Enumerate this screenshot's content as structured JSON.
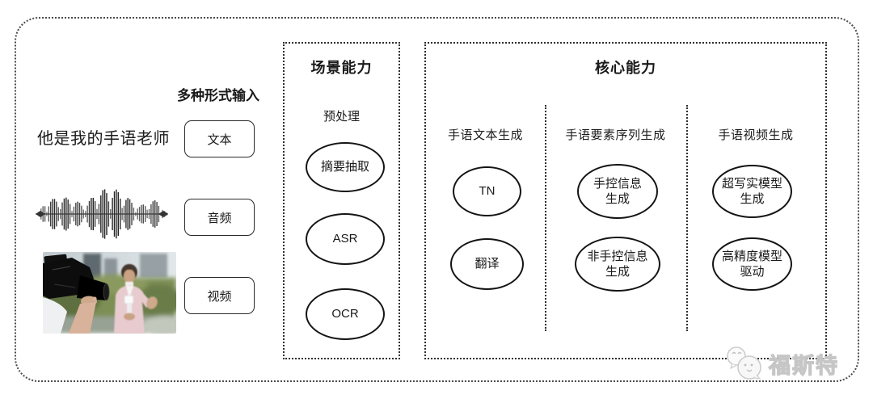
{
  "input": {
    "header": "多种形式输入",
    "sample_text": "他是我的手语老师",
    "text_label": "文本",
    "audio_label": "音频",
    "video_label": "视频"
  },
  "scene": {
    "title": "场景能力",
    "subtitle": "预处理",
    "nodes": [
      {
        "line1": "摘要抽取",
        "line2": ""
      },
      {
        "line1": "ASR",
        "line2": ""
      },
      {
        "line1": "OCR",
        "line2": ""
      }
    ]
  },
  "core": {
    "title": "核心能力",
    "columns": [
      {
        "label": "手语文本生成",
        "nodes": [
          {
            "line1": "TN",
            "line2": ""
          },
          {
            "line1": "翻译",
            "line2": ""
          }
        ]
      },
      {
        "label": "手语要素序列生成",
        "nodes": [
          {
            "line1": "手控信息",
            "line2": "生成"
          },
          {
            "line1": "非手控信息",
            "line2": "生成"
          }
        ]
      },
      {
        "label": "手语视频生成",
        "nodes": [
          {
            "line1": "超写实模型",
            "line2": "生成"
          },
          {
            "line1": "高精度模型",
            "line2": "驱动"
          }
        ]
      }
    ]
  },
  "watermark": {
    "brand": "福斯特"
  },
  "colors": {
    "diagram_line": "#141414",
    "dotted_border": "#2e2e2e",
    "watermark_gray": "#d9d9d9",
    "photo_blazer_pink": "#e8cbcf",
    "photo_hedge_green": "#7d8f55"
  }
}
